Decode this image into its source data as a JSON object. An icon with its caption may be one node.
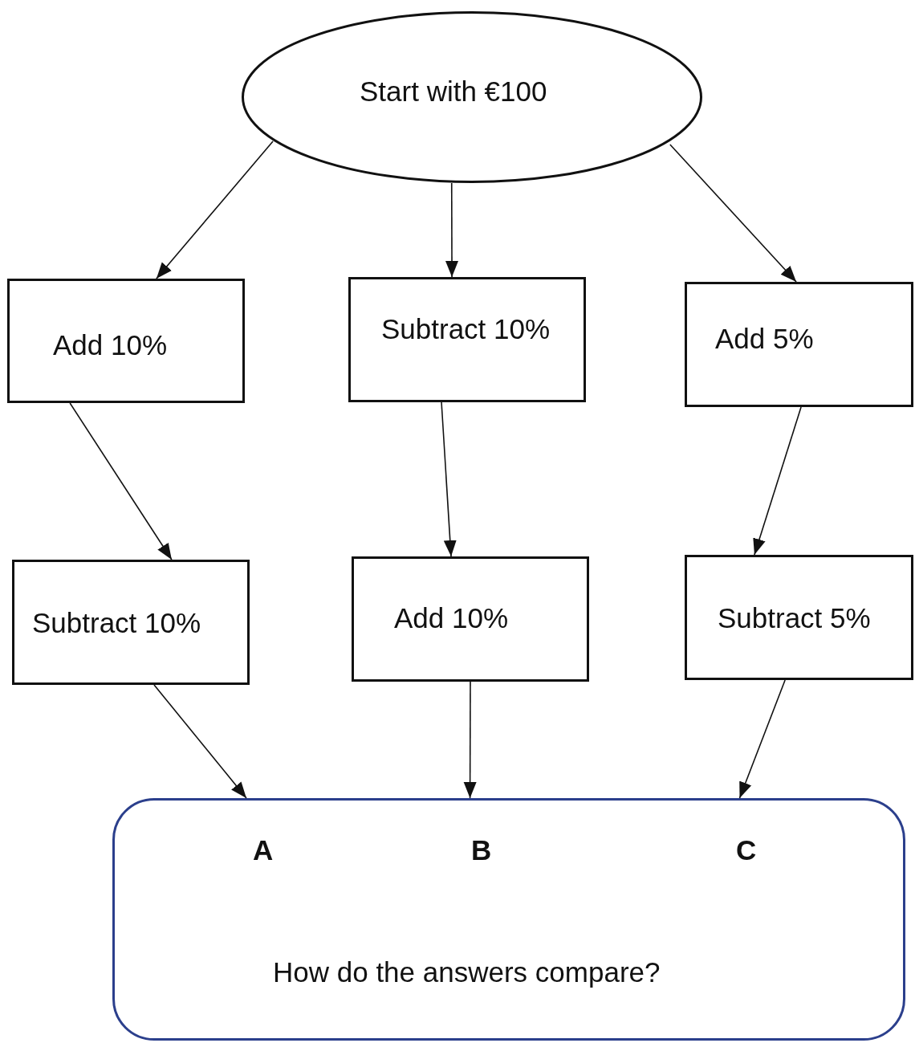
{
  "diagram": {
    "nodes": [
      {
        "text": [
          "Start with €100"
        ]
      },
      {
        "text": [
          "Add 10%"
        ]
      },
      {
        "text": [
          "Subtract 10%"
        ]
      },
      {
        "text": [
          "Add 5%"
        ]
      },
      {
        "text": [
          "Subtract 10%"
        ]
      },
      {
        "text": [
          "Add 10%"
        ]
      },
      {
        "text": [
          "Subtract 5%"
        ]
      },
      {
        "text": [
          "A",
          "B",
          "C",
          "How do the answers compare?"
        ]
      }
    ],
    "edges": [
      {
        "from": 0,
        "to": 1,
        "arrow": "to"
      },
      {
        "from": 0,
        "to": 2,
        "arrow": "to"
      },
      {
        "from": 0,
        "to": 3,
        "arrow": "to"
      },
      {
        "from": 1,
        "to": 4,
        "arrow": "to"
      },
      {
        "from": 2,
        "to": 5,
        "arrow": "to"
      },
      {
        "from": 3,
        "to": 6,
        "arrow": "to"
      },
      {
        "from": 4,
        "to": 7,
        "arrow": "to"
      },
      {
        "from": 5,
        "to": 7,
        "arrow": "to"
      },
      {
        "from": 6,
        "to": 7,
        "arrow": "to"
      }
    ]
  }
}
